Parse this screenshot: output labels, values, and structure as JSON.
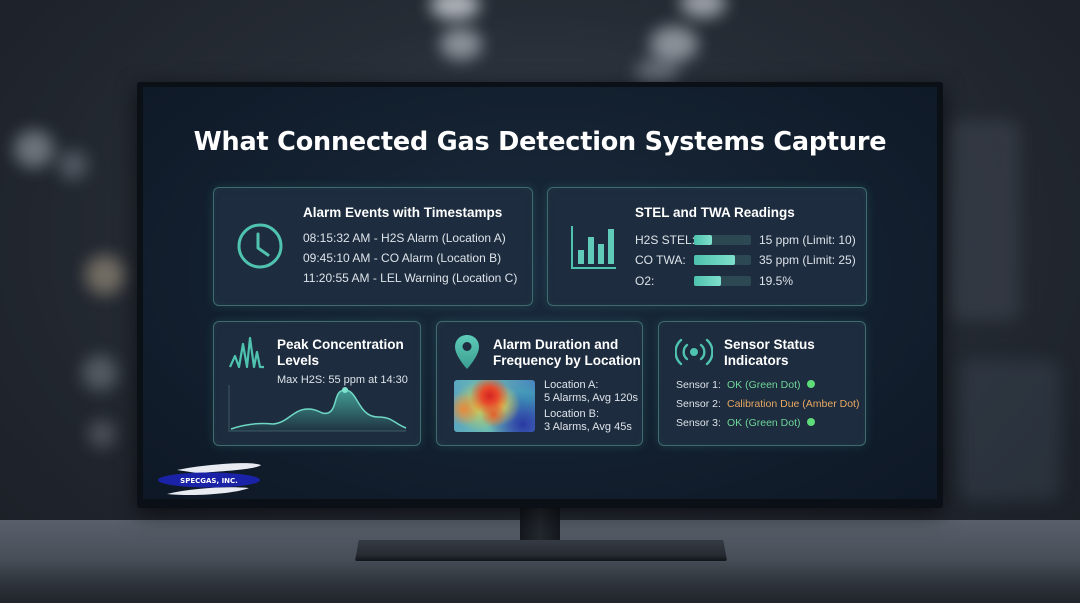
{
  "title": "What Connected Gas Detection Systems Capture",
  "cards": {
    "alarm_events": {
      "title": "Alarm Events with Timestamps",
      "icon": "clock-icon",
      "events": [
        "08:15:32 AM - H2S Alarm (Location A)",
        "09:45:10 AM - CO Alarm (Location B)",
        "11:20:55 AM - LEL Warning (Location C)"
      ]
    },
    "stel_twa": {
      "title": "STEL and TWA Readings",
      "icon": "bar-chart-icon",
      "rows": [
        {
          "label": "H2S STEL:",
          "value": "15 ppm (Limit: 10)",
          "fill_pct": 30
        },
        {
          "label": "CO TWA:",
          "value": "35 ppm (Limit: 25)",
          "fill_pct": 72
        },
        {
          "label": "O2:",
          "value": "19.5%",
          "fill_pct": 48
        }
      ]
    },
    "peak": {
      "title_line1": "Peak Concentration",
      "title_line2": "Levels",
      "icon": "waveform-icon",
      "subtitle": "Max H2S: 55 ppm at 14:30"
    },
    "location": {
      "title_line1": "Alarm Duration and",
      "title_line2": "Frequency by Location",
      "icon": "map-pin-icon",
      "locations": [
        {
          "name": "Location A:",
          "detail": "5 Alarms, Avg 120s"
        },
        {
          "name": "Location B:",
          "detail": "3 Alarms, Avg 45s"
        }
      ]
    },
    "sensors": {
      "title_line1": "Sensor Status",
      "title_line2": "Indicators",
      "icon": "signal-broadcast-icon",
      "items": [
        {
          "label": "Sensor 1:",
          "status": "OK (Green Dot)",
          "color": "#6fd69a",
          "dot": true
        },
        {
          "label": "Sensor 2:",
          "status": "Calibration Due (Amber Dot)",
          "color": "#e8a862",
          "dot": false
        },
        {
          "label": "Sensor 3:",
          "status": "OK (Green Dot)",
          "color": "#6fd69a",
          "dot": true
        }
      ]
    }
  },
  "logo": {
    "text": "SPECGAS, INC."
  },
  "colors": {
    "accent": "#4fc3b0",
    "ok": "#5fdc7a",
    "amber": "#e8a862",
    "card_bg": "#1d2c3e"
  }
}
